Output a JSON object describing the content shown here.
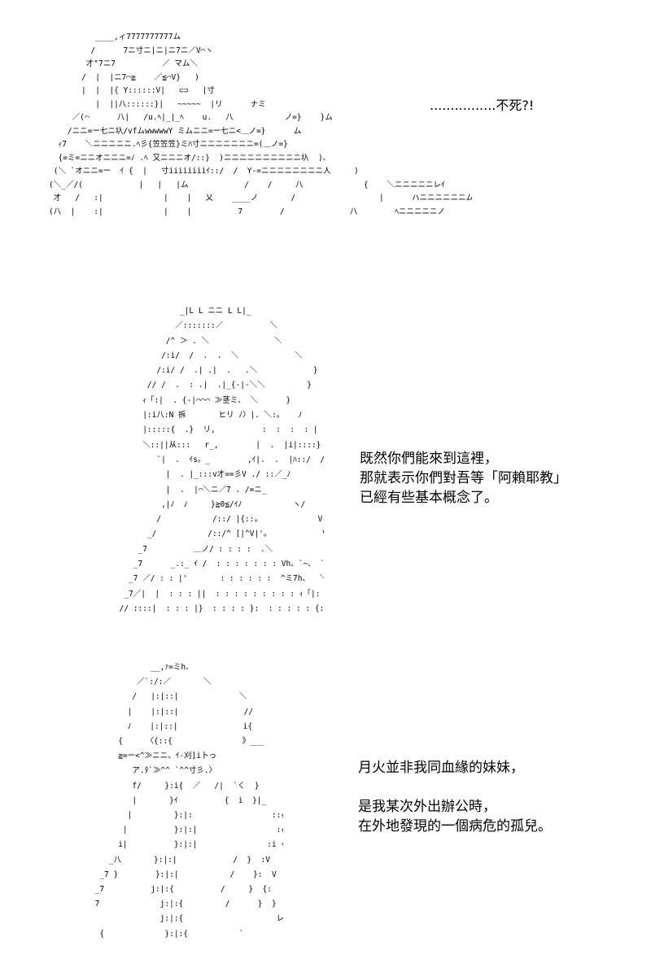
{
  "panel1": {
    "art": "          ____,ィ7777777777ム\n         /      7ニ寸ニ|ニ|ニ7ニ／V⌒ヽ\n        才\"7ニ7          ／ マム＼\n       /  |  |ニ7⌒≧    ／≦⌒V}   )\n       |  |  |{ Y::::::V|   ⊂⊃   |寸\n          |  ||八::::::}|   ~~~~~  |リ      ナミ\n     ／(⌒      八|   /u.ﾍ|_|_ﾍ    u.   八           ノ=}    }ム\n    /ニニ=ー七ニ圦/vfムwwwwwY ミムニニ=ー七ニ<＿ノ=}      ム\n  ｨ7    ＼ニニニニニ.ﾍ彡{笠笠笠}ミﾊ寸ニニニニニニニ=(＿ノ=}\n  {=ミ=ニニオニニニ=ﾉ .ﾍ 又ニニニオ/::}  )ニニニニニニニニニニ圦  )、\n (＼ `オニニ=ー  ｲ {  |   寸iiiiiiiiｲ::/  /  Y-=ニニニニニニニニ人     )\n(＼_／/(            |   |   |ム            /    /     八             {    ＼ニニニニニレｲ\n 才   /   :|             |    |   乂    ____ノ       /                  |      ハニニニニニニムｲ\n(八  |    :|             |    |          7        /              八        ﾍニニニニニノ",
    "speech": "................不死?!"
  },
  "panel2": {
    "art": "                  _|L L ニニ L L|_\n                 ／:::::::／          ＼\n               /^ ＞ . ＼              ＼\n              /:i/  /  .  .  ＼            ＼\n             /:i/ /  .| .|  .   .＼            }\n           // /  .  : .|  .|_{-|-＼＼         }\n          ｨ「:|  . {-|⌒⌒⌒ ≫茎ミ、 ＼      }\n          |:i八:N 拆       ヒリ ﾉ〉|. ＼:。   ﾉ\n          |:::::{  .}  リ,          :  :  :  : | .  |ﾊ::。    ;\n          ＼::||从:::   r_,        |  .  |i|::::}    〉\n             `|  .  ｲs。_        ,ｲ|.  .  |ﾊ::/  /\n               |  . |_:::v才==彡V ./ ::／_ﾉ\n               |  .  |⌒＼ニ／7 . /=ニ_\n              ,|ﾉ  ﾉ     }≧0≦/ｲﾉ           ヽ/\n             /           /::/ |{::。            V /\n           _/           /::/^ [|^V|'。           V /\n         _7          ＿ノ/ : : : :  .＼             ＼V /\n        _7      _.:_ ｲ /  : : : : : : : Vh、`~、 `V /\n       _7 ／/ : : |'       : : : : : :  ^ミ7h、  ＼  V /\n      _7／|  |  : : : ||  : : : : : : : : : ｨ「|:  ~^ 、＼ /\n     // ::::|  : : : |}  : : : : }:  : : : : : {::::|: : : {  ＼＼",
    "dialog": "既然你們能來到這裡，\n那就表示你們對吾等「阿賴耶教」\n已經有些基本概念了。"
  },
  "panel3": {
    "art": "                 __,ｧ=ミh、\n              ／`:/:／       ＼\n             /   |:|::|             ＼\n            |    |:|::|              //\n            ﾉ    |:|::|              i{\n          {     〈{::{               》___\n          ≧=ー<^≫ニニ、ｲ-刈]i卜っ\n             ア.ﾀ`≫^^ `^^寸彡.〉\n             f/     }:i{  ／   /|  `く  }\n             |       }ｲ          {  i  }|_\n            |         }:|:                 ::ｨ\n           |          }:|:|                 :ｨ\n          i|          }:|:|               :i {\n        _八       }:|:|            /  }  :V\n      _7 }        }:|:|           /    }:  V\n     _7          j:|:{          /     }  {:   V\n     7             j:|:{         /      }  }  .〉   /\n                   j:|:{                    レ         ﾌ\n      {             }:|:{           `                ﾌ",
    "dialog": "月火並非我同血緣的妹妹，\n\n是我某次外出辦公時，\n在外地發現的一個病危的孤兒。"
  }
}
